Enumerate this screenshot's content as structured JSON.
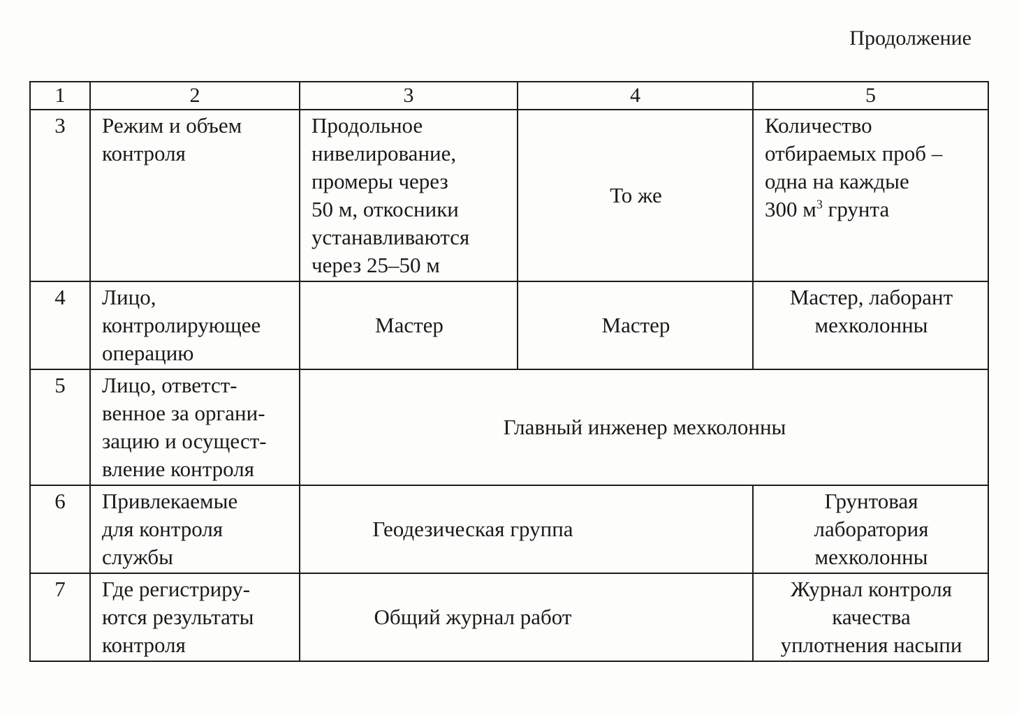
{
  "continuation": "Продолжение",
  "header": [
    "1",
    "2",
    "3",
    "4",
    "5"
  ],
  "rows": [
    {
      "num": "3",
      "label": "Режим и объем\nконтроля",
      "col3": "Продольное\nнивелирование,\nпромеры через\n50 м, откосники\nустанавливаются\nчерез 25–50 м",
      "col4": "То же",
      "col5_pre": "Количество\nотбираемых проб –\nодна на каждые\n300 м",
      "col5_sup": "3",
      "col5_post": " грунта"
    },
    {
      "num": "4",
      "label": "Лицо,\nконтролирующее\nоперацию",
      "col3": "Мастер",
      "col4": "Мастер",
      "col5": "Мастер, лаборант\nмехколонны"
    },
    {
      "num": "5",
      "label": "Лицо, ответст-\nвенное за органи-\nзацию и осущест-\nвление контроля",
      "merged": "Главный инженер мехколонны"
    },
    {
      "num": "6",
      "label": "Привлекаемые\nдля контроля\nслужбы",
      "left": "Геодезическая группа",
      "right": "Грунтовая лаборатория\nмехколонны"
    },
    {
      "num": "7",
      "label": "Где регистриру-\nются результаты\nконтроля",
      "left": "Общий журнал работ",
      "right": "Журнал контроля качества\nуплотнения насыпи"
    }
  ]
}
